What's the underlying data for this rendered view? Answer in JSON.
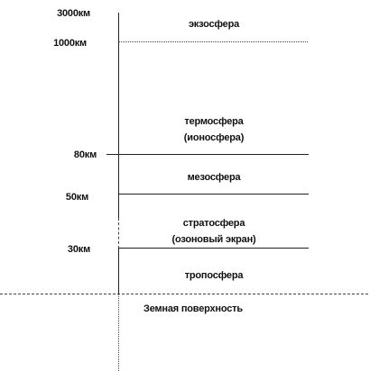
{
  "altitude_labels": {
    "a3000": "3000км",
    "a1000": "1000км",
    "a80": "80км",
    "a50": "50км",
    "a30": "30км"
  },
  "layers": {
    "exosphere": "экзосфера",
    "thermosphere_line1": "термосфера",
    "thermosphere_line2": "(ионосфера)",
    "mesosphere": "мезосфера",
    "stratosphere_line1": "стратосфера",
    "stratosphere_line2": "(озоновый  экран)",
    "troposphere": "тропосфера",
    "surface": "Земная поверхность"
  }
}
